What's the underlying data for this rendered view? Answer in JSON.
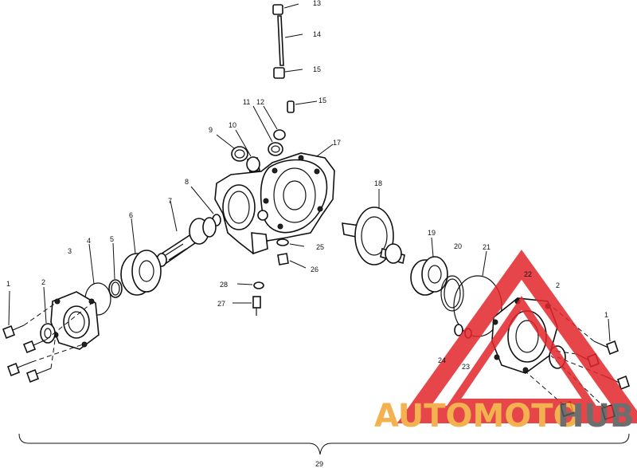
{
  "diagram": {
    "callouts": [
      "13",
      "14",
      "15",
      "15",
      "11",
      "12",
      "17",
      "9",
      "10",
      "8",
      "7",
      "6",
      "5",
      "4",
      "3",
      "2",
      "1",
      "25",
      "26",
      "28",
      "27",
      "18",
      "19",
      "20",
      "21",
      "22",
      "2",
      "1",
      "24",
      "23",
      "29"
    ],
    "assembly_label": "29"
  },
  "watermark": {
    "brand_part1": "AUTOMOTO",
    "brand_part2": "HUB",
    "colors": {
      "orange": "#f2a431",
      "red": "#e2262b",
      "gray": "#555555"
    }
  }
}
